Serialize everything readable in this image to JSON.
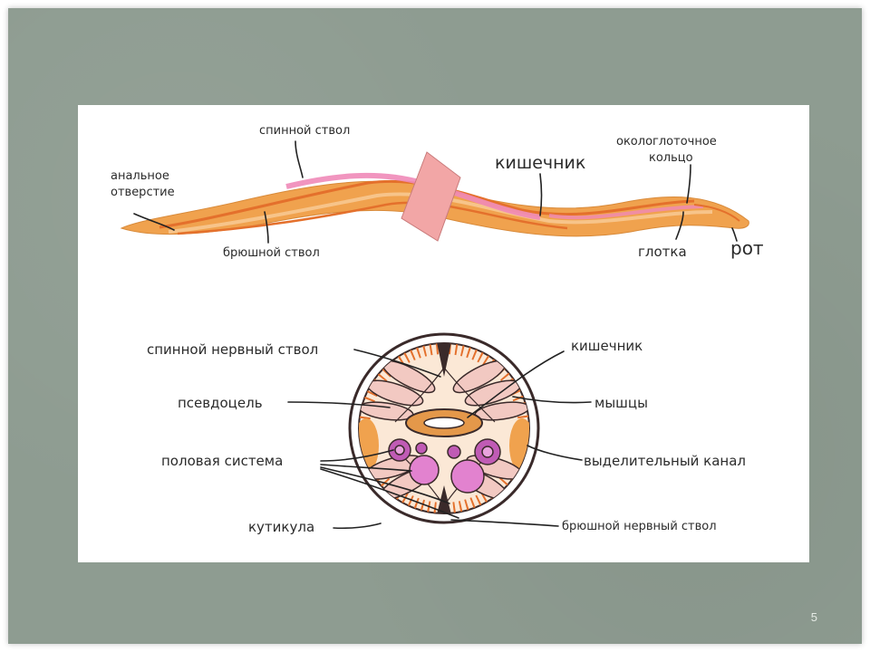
{
  "slide": {
    "page_number": "5"
  },
  "worm": {
    "labels": {
      "dorsal_trunk": "спинной ствол",
      "anus_line1": "анальное",
      "anus_line2": "отверстие",
      "ventral_trunk": "брюшной ствол",
      "intestine": "кишечник",
      "ring_line1": "окологлоточное",
      "ring_line2": "кольцо",
      "pharynx": "глотка",
      "mouth": "рот"
    }
  },
  "cross_section": {
    "labels": {
      "dorsal_nerve": "спинной нервный ствол",
      "pseudocoel": "псевдоцель",
      "reproductive": "половая система",
      "cuticle": "кутикула",
      "intestine": "кишечник",
      "muscles": "мышцы",
      "excretory": "выделительный канал",
      "ventral_nerve": "брюшной нервный ствол"
    }
  },
  "colors": {
    "background": "#8e9c91",
    "body": "#f0a24e",
    "body_stripe": "#e4702c",
    "pink": "#f08ab8",
    "cuticle": "#3a2a2a",
    "gonad": "#c05bb5"
  }
}
